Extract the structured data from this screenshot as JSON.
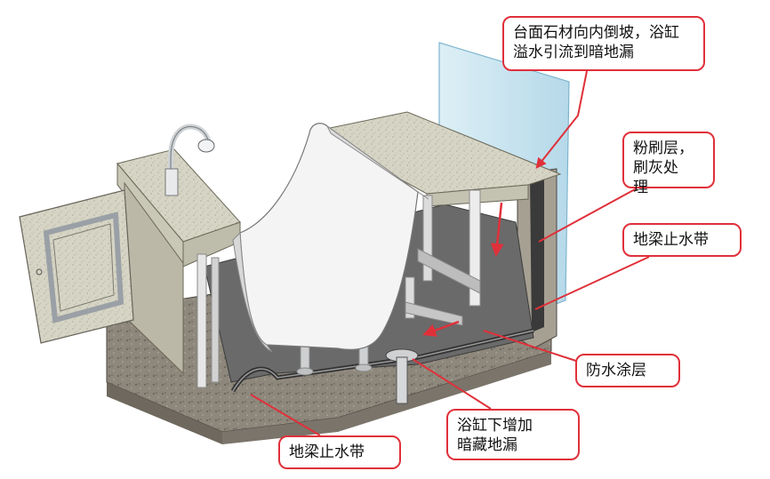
{
  "diagram": {
    "labels": {
      "countertop_slope": "台面石材向内倒坡，浴缸\n溢水引流到暗地漏",
      "plaster_layer": "粉刷层，\n刷灰处\n理",
      "beam_waterstop_right": "地梁止水带",
      "waterproof_coating": "防水涂层",
      "hidden_floor_drain": "浴缸下增加\n暗藏地漏",
      "beam_waterstop_left": "地梁止水带"
    },
    "colors": {
      "callout_border": "#e0303a",
      "leader_line": "#e0303a",
      "flow_arrow": "#e0303a",
      "stone": "#d9d9c9",
      "tub": "#f2f2f2",
      "glass": "#a9d3e6",
      "waterproof": "#5a5a5a",
      "concrete": "#8c8478"
    }
  }
}
